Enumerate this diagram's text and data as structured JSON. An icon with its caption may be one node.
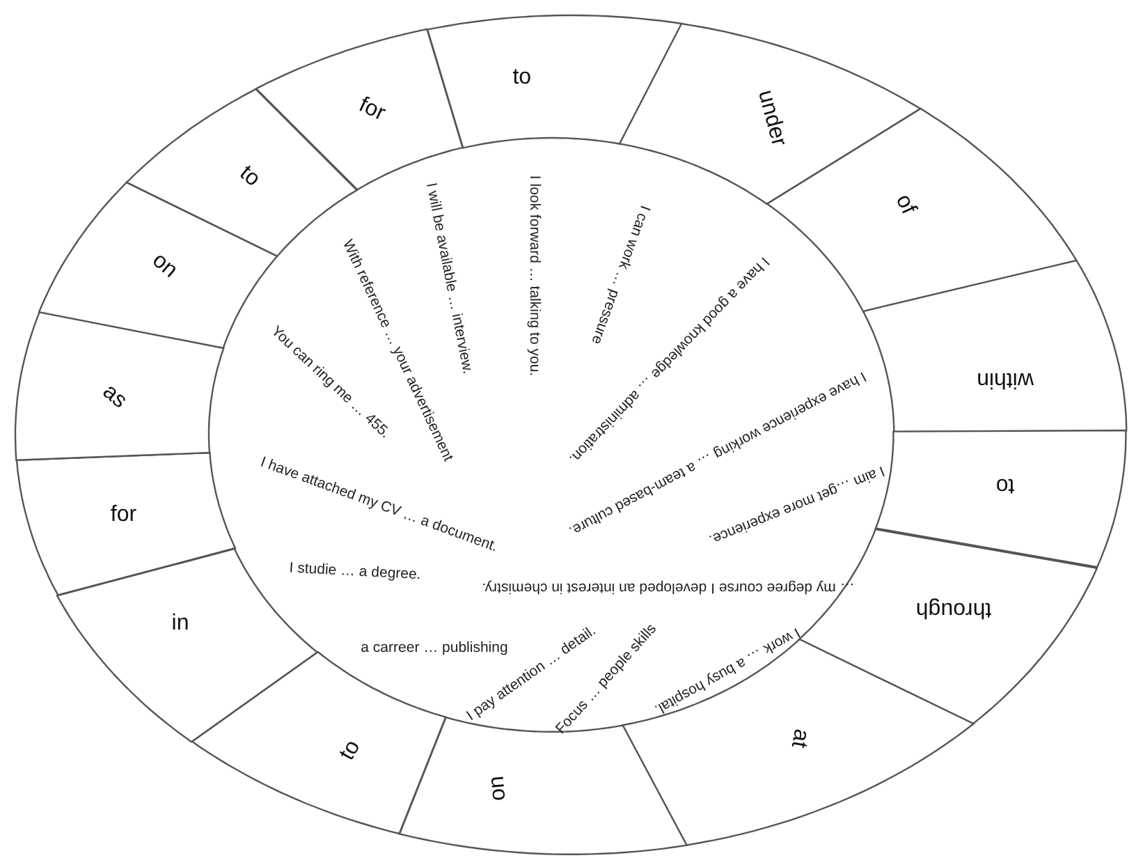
{
  "diagram": {
    "nodes": [
      {
        "text": [
          "to"
        ]
      },
      {
        "text": [
          "under"
        ]
      },
      {
        "text": [
          "of"
        ]
      },
      {
        "text": [
          "within"
        ]
      },
      {
        "text": [
          "to"
        ]
      },
      {
        "text": [
          "through"
        ]
      },
      {
        "text": [
          "at"
        ]
      },
      {
        "text": [
          "on"
        ]
      },
      {
        "text": [
          "to"
        ]
      },
      {
        "text": [
          "in"
        ]
      },
      {
        "text": [
          "for"
        ]
      },
      {
        "text": [
          "as"
        ]
      },
      {
        "text": [
          "on"
        ]
      },
      {
        "text": [
          "to"
        ]
      },
      {
        "text": [
          "for"
        ]
      }
    ],
    "labels": [
      "I will be available … interview.",
      "I look forward … talking to you.",
      "I can work … pressure",
      "With reference … your advertisement",
      "I have a good knowledge … administration.",
      "You can ring me … 455.",
      "I have experience working … a team-based culture.",
      "I have attached my CV … a document.",
      "I aim …get more experience.",
      "I studie … a degree.",
      "… my degree course I developed an interest in chemistry.",
      "a carreer … publishing",
      "I pay attention … detail.",
      "Focus … people skills",
      "I work … a busy hospital."
    ]
  }
}
